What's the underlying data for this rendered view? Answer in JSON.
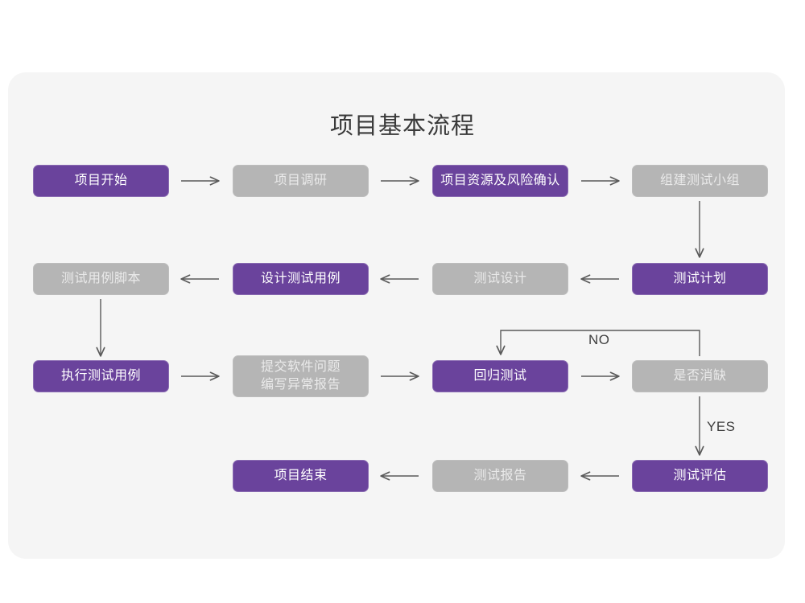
{
  "page": {
    "background_color": "#ffffff",
    "card_background_color": "#f5f5f5"
  },
  "header": {
    "title": "项目基本流程"
  },
  "theme": {
    "accent_color": "#6a439c",
    "muted_color": "#b5b5b5",
    "connector_color": "#5a5a5a",
    "title_color": "#3a3a3a"
  },
  "chart_data": {
    "type": "diagram",
    "title": "项目基本流程",
    "nodes": [
      {
        "id": "n1",
        "label": "项目开始",
        "style": "purple",
        "row": 1,
        "col": 1
      },
      {
        "id": "n2",
        "label": "项目调研",
        "style": "gray",
        "row": 1,
        "col": 2
      },
      {
        "id": "n3",
        "label": "项目资源及风险确认",
        "style": "purple",
        "row": 1,
        "col": 3
      },
      {
        "id": "n4",
        "label": "组建测试小组",
        "style": "gray",
        "row": 1,
        "col": 4
      },
      {
        "id": "n5",
        "label": "测试用例脚本",
        "style": "gray",
        "row": 2,
        "col": 1
      },
      {
        "id": "n6",
        "label": "设计测试用例",
        "style": "purple",
        "row": 2,
        "col": 2
      },
      {
        "id": "n7",
        "label": "测试设计",
        "style": "gray",
        "row": 2,
        "col": 3
      },
      {
        "id": "n8",
        "label": "测试计划",
        "style": "purple",
        "row": 2,
        "col": 4
      },
      {
        "id": "n9",
        "label": "执行测试用例",
        "style": "purple",
        "row": 3,
        "col": 1
      },
      {
        "id": "n10",
        "label": "提交软件问题\n编写异常报告",
        "style": "gray",
        "row": 3,
        "col": 2
      },
      {
        "id": "n11",
        "label": "回归测试",
        "style": "purple",
        "row": 3,
        "col": 3
      },
      {
        "id": "n12",
        "label": "是否消缺",
        "style": "gray",
        "row": 3,
        "col": 4
      },
      {
        "id": "n13",
        "label": "项目结束",
        "style": "purple",
        "row": 4,
        "col": 2
      },
      {
        "id": "n14",
        "label": "测试报告",
        "style": "gray",
        "row": 4,
        "col": 3
      },
      {
        "id": "n15",
        "label": "测试评估",
        "style": "purple",
        "row": 4,
        "col": 4
      }
    ],
    "edges": [
      {
        "from": "n1",
        "to": "n2",
        "label": "",
        "direction": "right"
      },
      {
        "from": "n2",
        "to": "n3",
        "label": "",
        "direction": "right"
      },
      {
        "from": "n3",
        "to": "n4",
        "label": "",
        "direction": "right"
      },
      {
        "from": "n4",
        "to": "n8",
        "label": "",
        "direction": "down"
      },
      {
        "from": "n8",
        "to": "n7",
        "label": "",
        "direction": "left"
      },
      {
        "from": "n7",
        "to": "n6",
        "label": "",
        "direction": "left"
      },
      {
        "from": "n6",
        "to": "n5",
        "label": "",
        "direction": "left"
      },
      {
        "from": "n5",
        "to": "n9",
        "label": "",
        "direction": "down"
      },
      {
        "from": "n9",
        "to": "n10",
        "label": "",
        "direction": "right"
      },
      {
        "from": "n10",
        "to": "n11",
        "label": "",
        "direction": "right"
      },
      {
        "from": "n11",
        "to": "n12",
        "label": "",
        "direction": "right"
      },
      {
        "from": "n12",
        "to": "n11",
        "label": "NO",
        "direction": "loop-up-left"
      },
      {
        "from": "n12",
        "to": "n15",
        "label": "YES",
        "direction": "down"
      },
      {
        "from": "n15",
        "to": "n14",
        "label": "",
        "direction": "left"
      },
      {
        "from": "n14",
        "to": "n13",
        "label": "",
        "direction": "left"
      }
    ]
  },
  "labels": {
    "no": "NO",
    "yes": "YES"
  },
  "nodes": {
    "n1": "项目开始",
    "n2": "项目调研",
    "n3": "项目资源及风险确认",
    "n4": "组建测试小组",
    "n5": "测试用例脚本",
    "n6": "设计测试用例",
    "n7": "测试设计",
    "n8": "测试计划",
    "n9": "执行测试用例",
    "n10": "提交软件问题\n编写异常报告",
    "n11": "回归测试",
    "n12": "是否消缺",
    "n13": "项目结束",
    "n14": "测试报告",
    "n15": "测试评估"
  }
}
